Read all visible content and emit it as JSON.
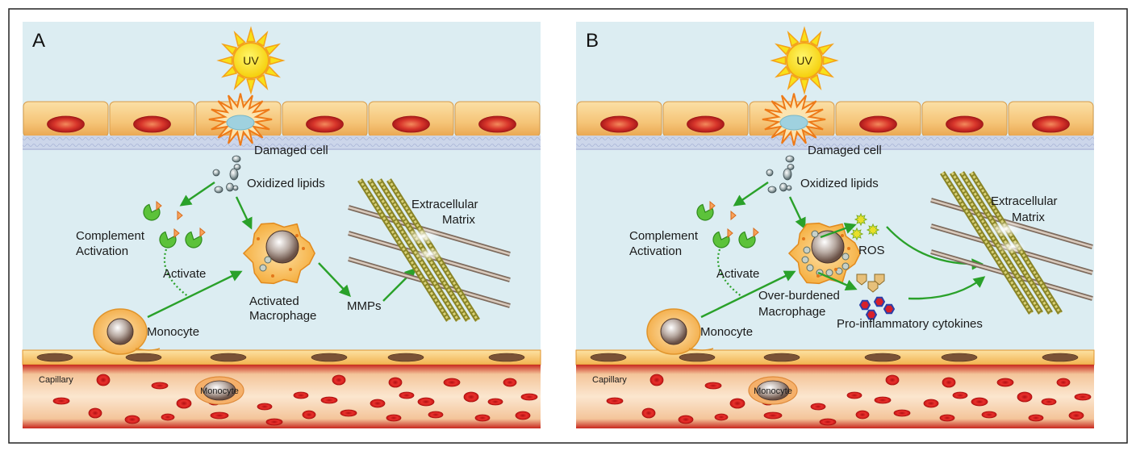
{
  "colors": {
    "background": "#dcedf2",
    "epidermis": "#f6c97c",
    "nucleus": "#d8362b",
    "capillary": "#f2b88a",
    "rbc": "#d81e1e",
    "arrow": "#2aa12a",
    "complement": "#5cc23a",
    "uv_sun": "#f8e11a",
    "uv_ray": "#f4a21a"
  },
  "panels": [
    {
      "letter": "A",
      "uv": "UV",
      "damaged_cell": "Damaged cell",
      "oxidized_lipids": "Oxidized lipids",
      "complement_1": "Complement",
      "complement_2": "Activation",
      "activate": "Activate",
      "monocyte": "Monocyte",
      "macrophage_1": "Activated",
      "macrophage_2": "Macrophage",
      "mmps": "MMPs",
      "ecm_1": "Extracellular",
      "ecm_2": "Matrix",
      "capillary": "Capillary",
      "vessel_monocyte": "Monocyte"
    },
    {
      "letter": "B",
      "uv": "UV",
      "damaged_cell": "Damaged cell",
      "oxidized_lipids": "Oxidized lipids",
      "complement_1": "Complement",
      "complement_2": "Activation",
      "activate": "Activate",
      "monocyte": "Monocyte",
      "macrophage_1": "Over-burdened",
      "macrophage_2": "Macrophage",
      "ros": "ROS",
      "cytokines": "Pro-inflammatory cytokines",
      "ecm_1": "Extracellular",
      "ecm_2": "Matrix",
      "capillary": "Capillary",
      "vessel_monocyte": "Monocyte"
    }
  ]
}
